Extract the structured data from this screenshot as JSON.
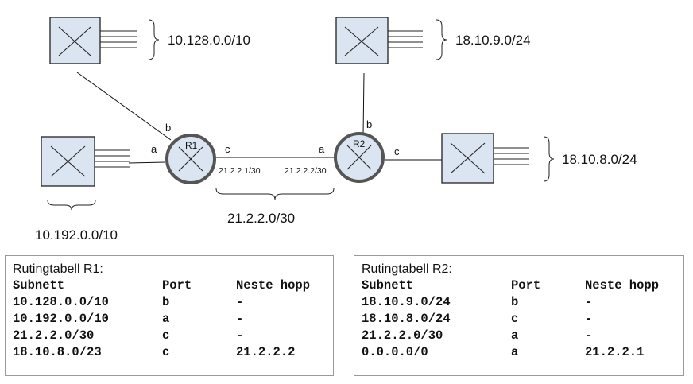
{
  "diagram": {
    "networks": {
      "lan_r1_top": "10.128.0.0/10",
      "lan_r1_left": "10.192.0.0/10",
      "lan_r2_top": "18.10.9.0/24",
      "lan_r2_right": "18.10.8.0/24",
      "link": "21.2.2.0/30"
    },
    "routers": {
      "r1": {
        "name": "R1",
        "port_a": "a",
        "port_b": "b",
        "port_c": "c",
        "ip_c": "21.2.2.1/30"
      },
      "r2": {
        "name": "R2",
        "port_a": "a",
        "port_b": "b",
        "port_c": "c",
        "ip_a": "21.2.2.2/30"
      }
    }
  },
  "tables": [
    {
      "title": "Rutingtabell R1:",
      "headers": [
        "Subnett",
        "Port",
        "Neste hopp"
      ],
      "rows": [
        [
          "10.128.0.0/10",
          "b",
          "-"
        ],
        [
          "10.192.0.0/10",
          "a",
          "-"
        ],
        [
          "21.2.2.0/30",
          "c",
          "-"
        ],
        [
          "18.10.8.0/23",
          "c",
          "21.2.2.2"
        ]
      ]
    },
    {
      "title": "Rutingtabell R2:",
      "headers": [
        "Subnett",
        "Port",
        "Neste hopp"
      ],
      "rows": [
        [
          "18.10.9.0/24",
          "b",
          "-"
        ],
        [
          "18.10.8.0/24",
          "c",
          "-"
        ],
        [
          "21.2.2.0/30",
          "a",
          "-"
        ],
        [
          "0.0.0.0/0",
          "a",
          "21.2.2.1"
        ]
      ]
    }
  ],
  "colors": {
    "switch_fill": "#dbe5f1",
    "router_fill": "#dbe5f1",
    "router_stroke": "#555555",
    "line": "#111111"
  }
}
